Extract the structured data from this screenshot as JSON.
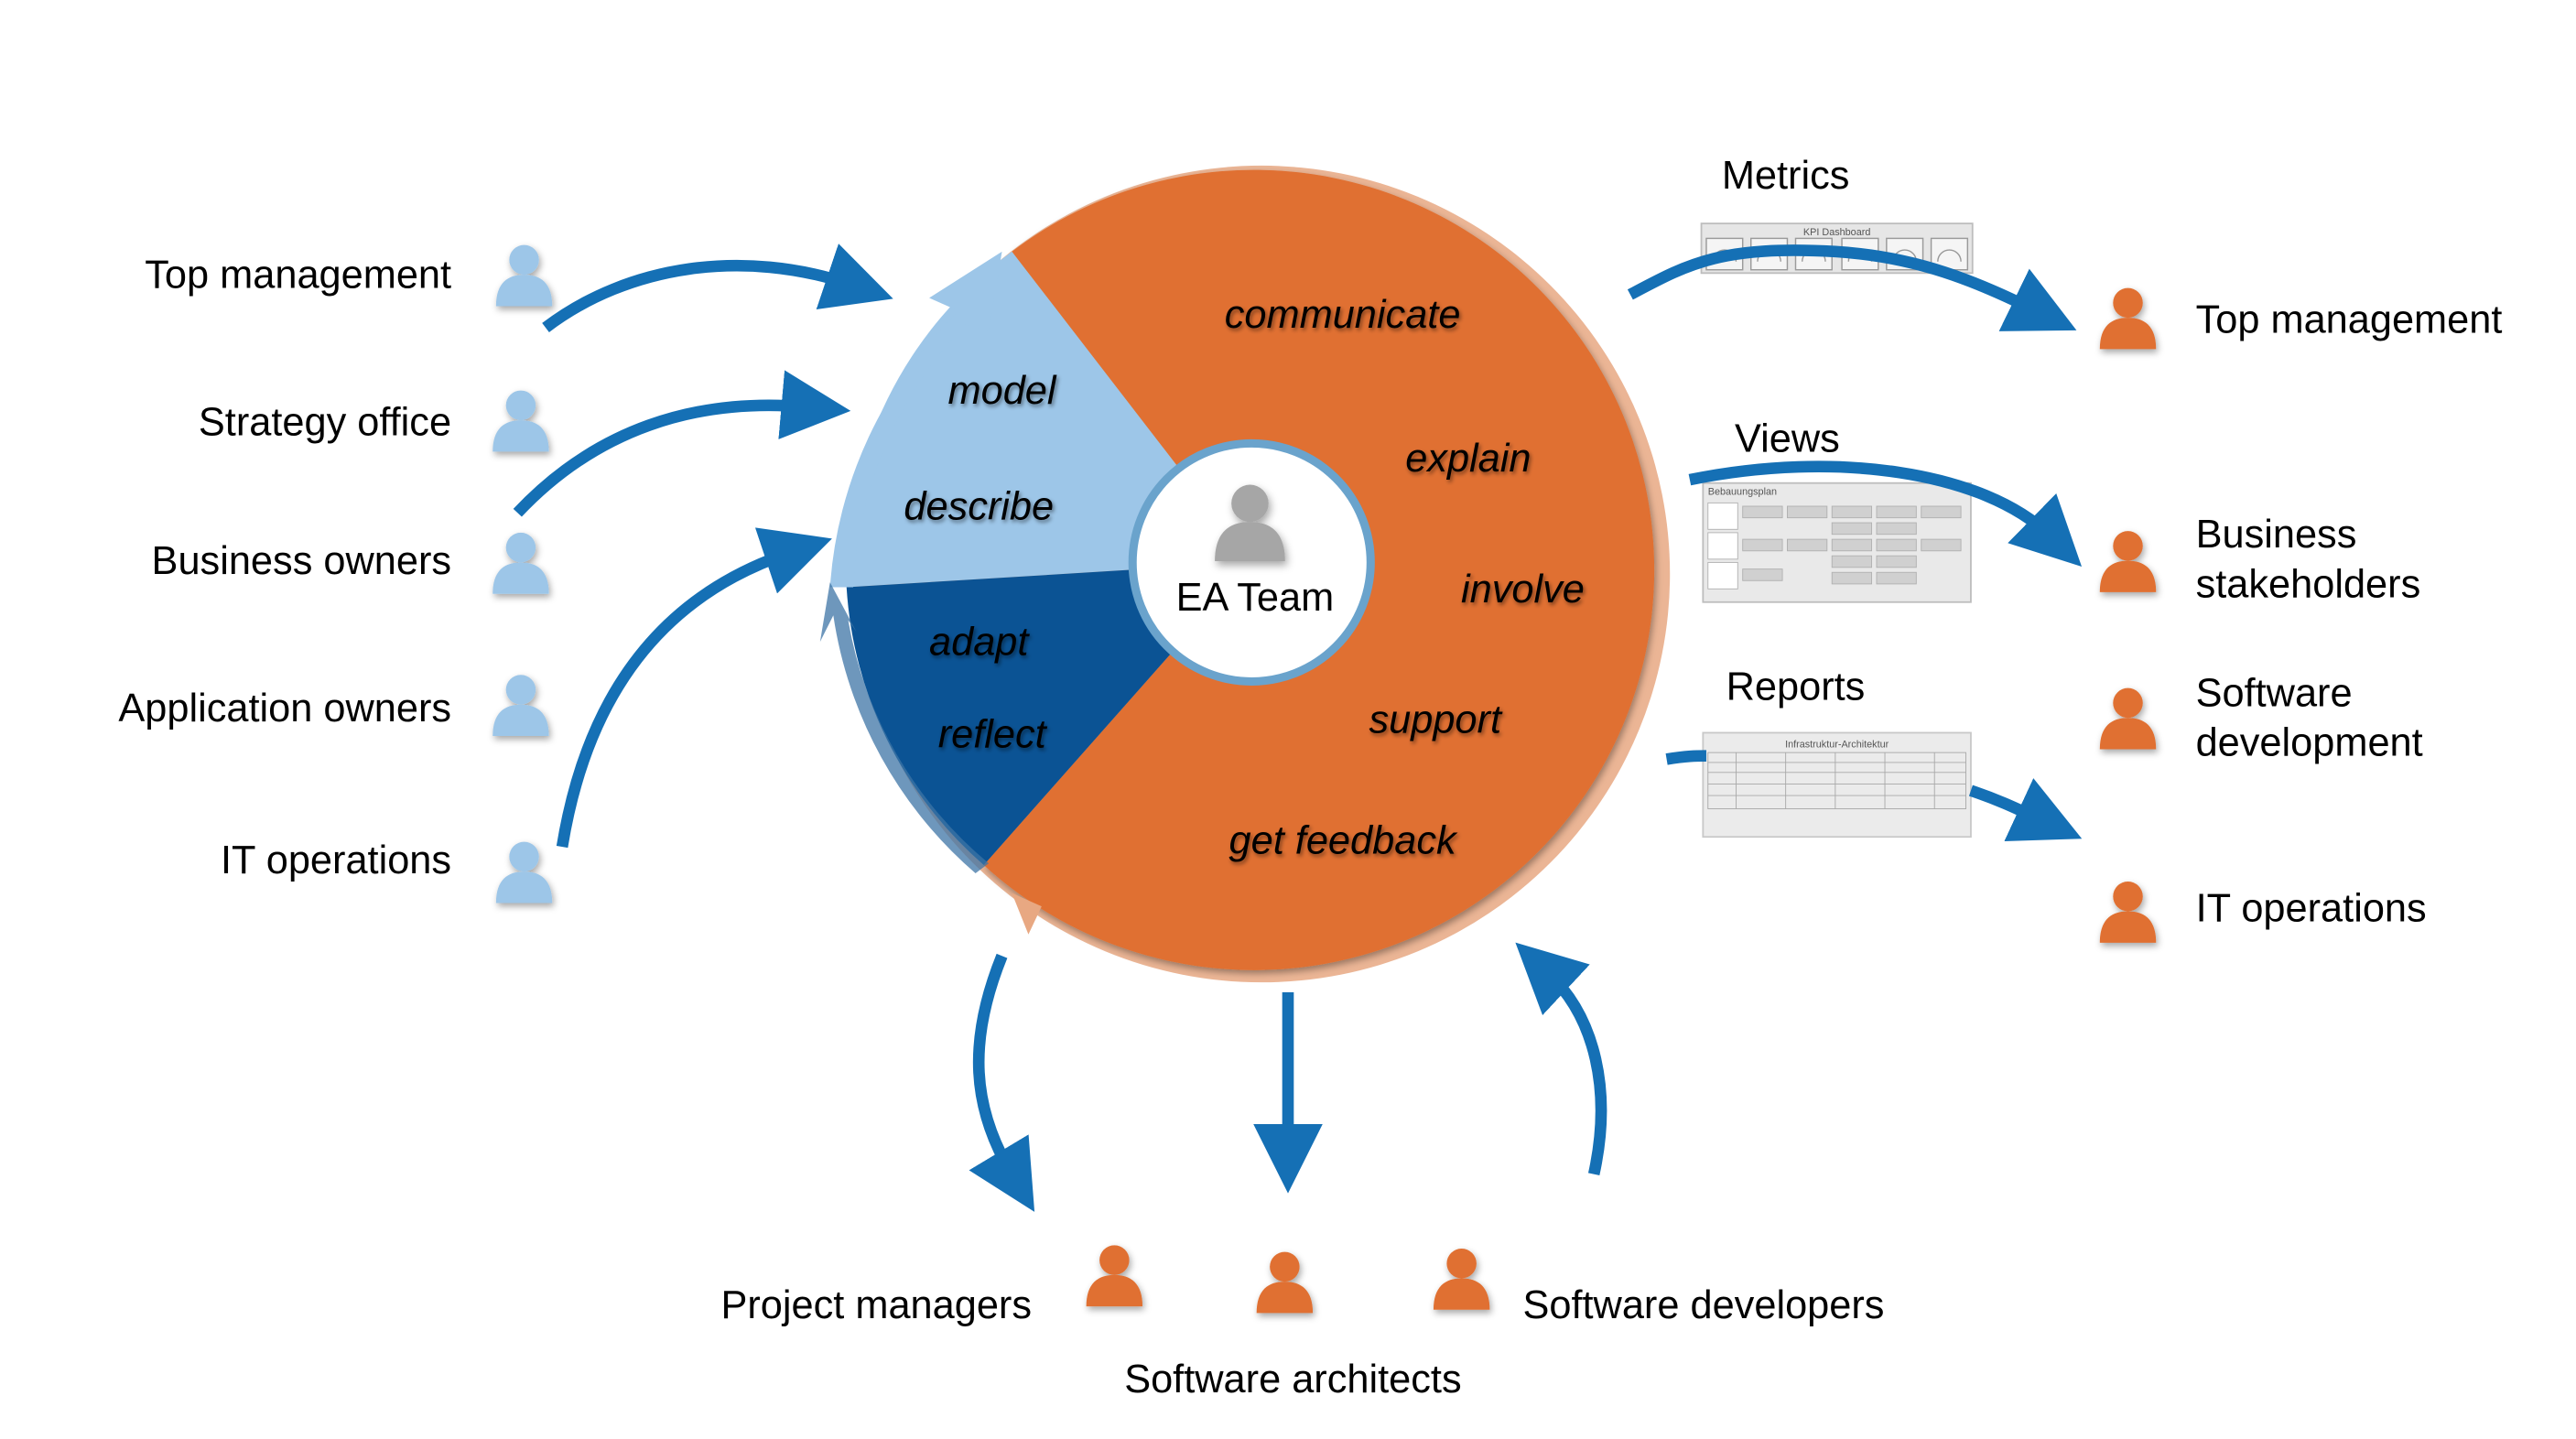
{
  "colors": {
    "orange": "#E07030",
    "orange_light": "#E8A882",
    "light_blue": "#9DC6E8",
    "dark_blue": "#0B5394",
    "ring_blue": "#6AA3CC",
    "arrow_blue": "#1570B5",
    "center_person": "#A6A6A6"
  },
  "center": {
    "label": "EA Team",
    "icon": "person-icon"
  },
  "wheel": {
    "light_blue_segment": [
      "model",
      "describe"
    ],
    "dark_blue_segment": [
      "adapt",
      "reflect"
    ],
    "orange_segment": [
      "communicate",
      "explain",
      "involve",
      "support",
      "get feedback"
    ]
  },
  "inputs_left": [
    {
      "label": "Top management",
      "icon": "person-icon"
    },
    {
      "label": "Strategy office",
      "icon": "person-icon"
    },
    {
      "label": "Business owners",
      "icon": "person-icon"
    },
    {
      "label": "Application owners",
      "icon": "person-icon"
    },
    {
      "label": "IT operations",
      "icon": "person-icon"
    }
  ],
  "artifacts": [
    {
      "label": "Metrics",
      "thumbnail_title": "KPI Dashboard"
    },
    {
      "label": "Views",
      "thumbnail_title": "Bebauungsplan"
    },
    {
      "label": "Reports",
      "thumbnail_title": "Infrastruktur-Architektur"
    }
  ],
  "outputs_right": [
    {
      "label": "Top management",
      "icon": "person-icon"
    },
    {
      "label_lines": [
        "Business",
        "stakeholders"
      ],
      "icon": "person-icon"
    },
    {
      "label_lines": [
        "Software",
        "development"
      ],
      "icon": "person-icon"
    },
    {
      "label": "IT operations",
      "icon": "person-icon"
    }
  ],
  "bottom": [
    {
      "label": "Project managers",
      "icon": "person-icon"
    },
    {
      "label": "Software architects",
      "icon": "person-icon"
    },
    {
      "label": "Software developers",
      "icon": "person-icon"
    }
  ]
}
